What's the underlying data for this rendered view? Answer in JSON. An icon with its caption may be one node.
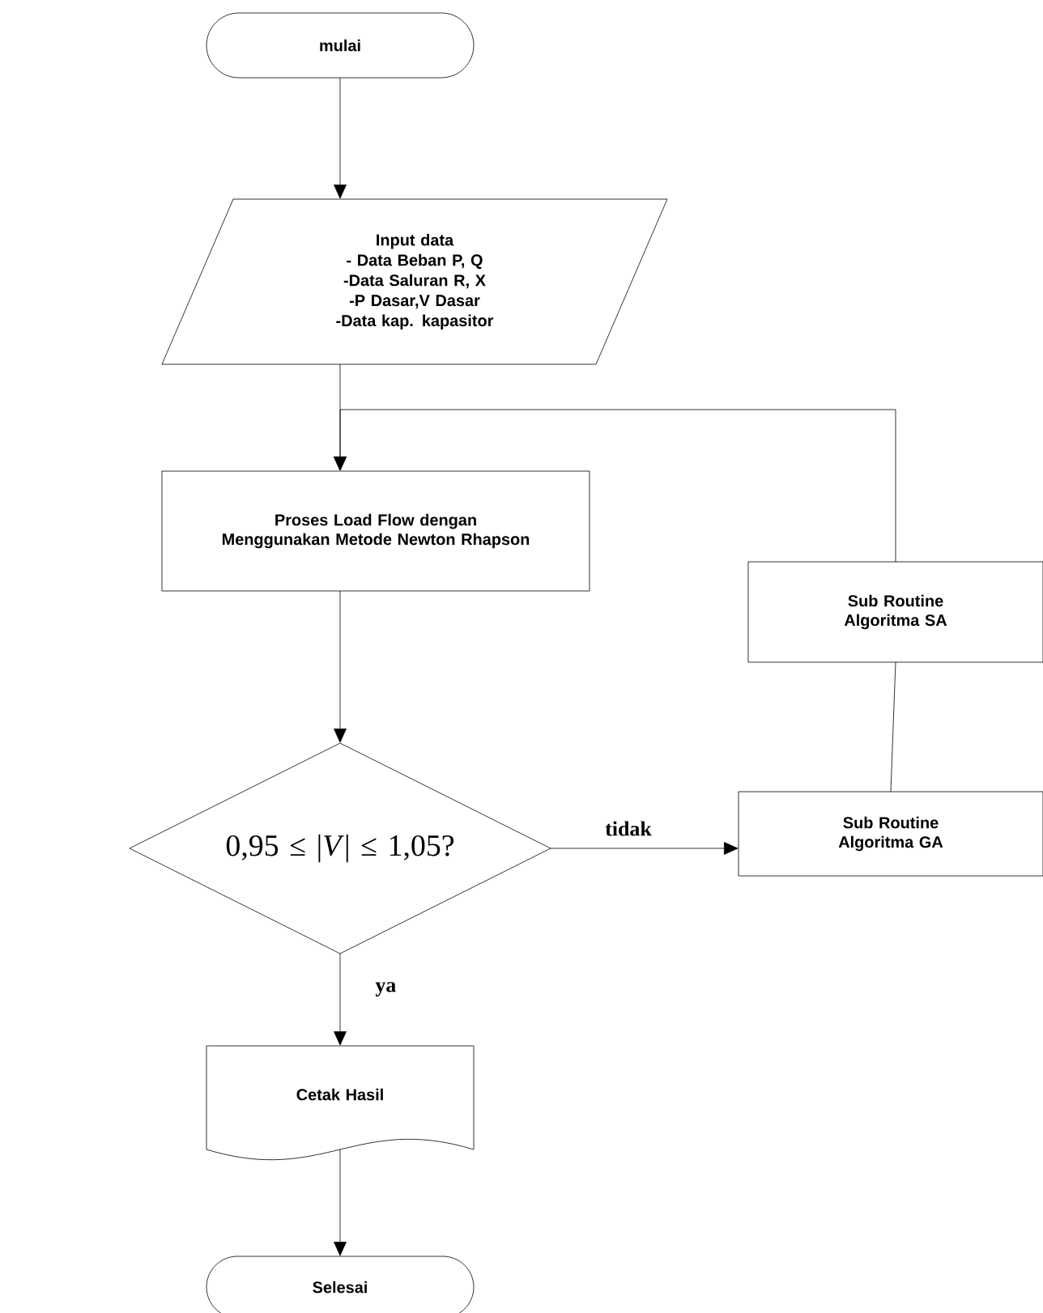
{
  "diagram": {
    "nodes": [
      {
        "text": [
          "mulai"
        ]
      },
      {
        "text": [
          "Input data",
          "- Data Beban P, Q",
          "-Data Saluran R, X",
          "-P Dasar,V Dasar",
          "-Data kap. kapasitor"
        ]
      },
      {
        "text": [
          "Proses Load Flow dengan Menggunakan Metode Newton Rhapson"
        ]
      },
      {
        "text": [
          "0,95 ≤ |*V*| ≤ 1,05?"
        ]
      },
      {
        "text": [
          "Sub Routine Algoritma SA"
        ]
      },
      {
        "text": [
          "Sub Routine Algoritma GA"
        ]
      },
      {
        "text": [
          "Cetak Hasil"
        ]
      },
      {
        "text": [
          "Selesai"
        ]
      }
    ],
    "edges": [
      {
        "from": 0,
        "to": 1,
        "arrow": "to"
      },
      {
        "from": 1,
        "to": 2,
        "arrow": "to"
      },
      {
        "from": 2,
        "to": 3,
        "arrow": "to"
      },
      {
        "from": 3,
        "to": 5,
        "arrow": "to",
        "label": "tidak"
      },
      {
        "from": 5,
        "to": 4,
        "arrow": "none"
      },
      {
        "from": 4,
        "to": 2,
        "arrow": "to"
      },
      {
        "from": 3,
        "to": 6,
        "arrow": "to",
        "label": "ya"
      },
      {
        "from": 6,
        "to": 7,
        "arrow": "to"
      }
    ]
  }
}
